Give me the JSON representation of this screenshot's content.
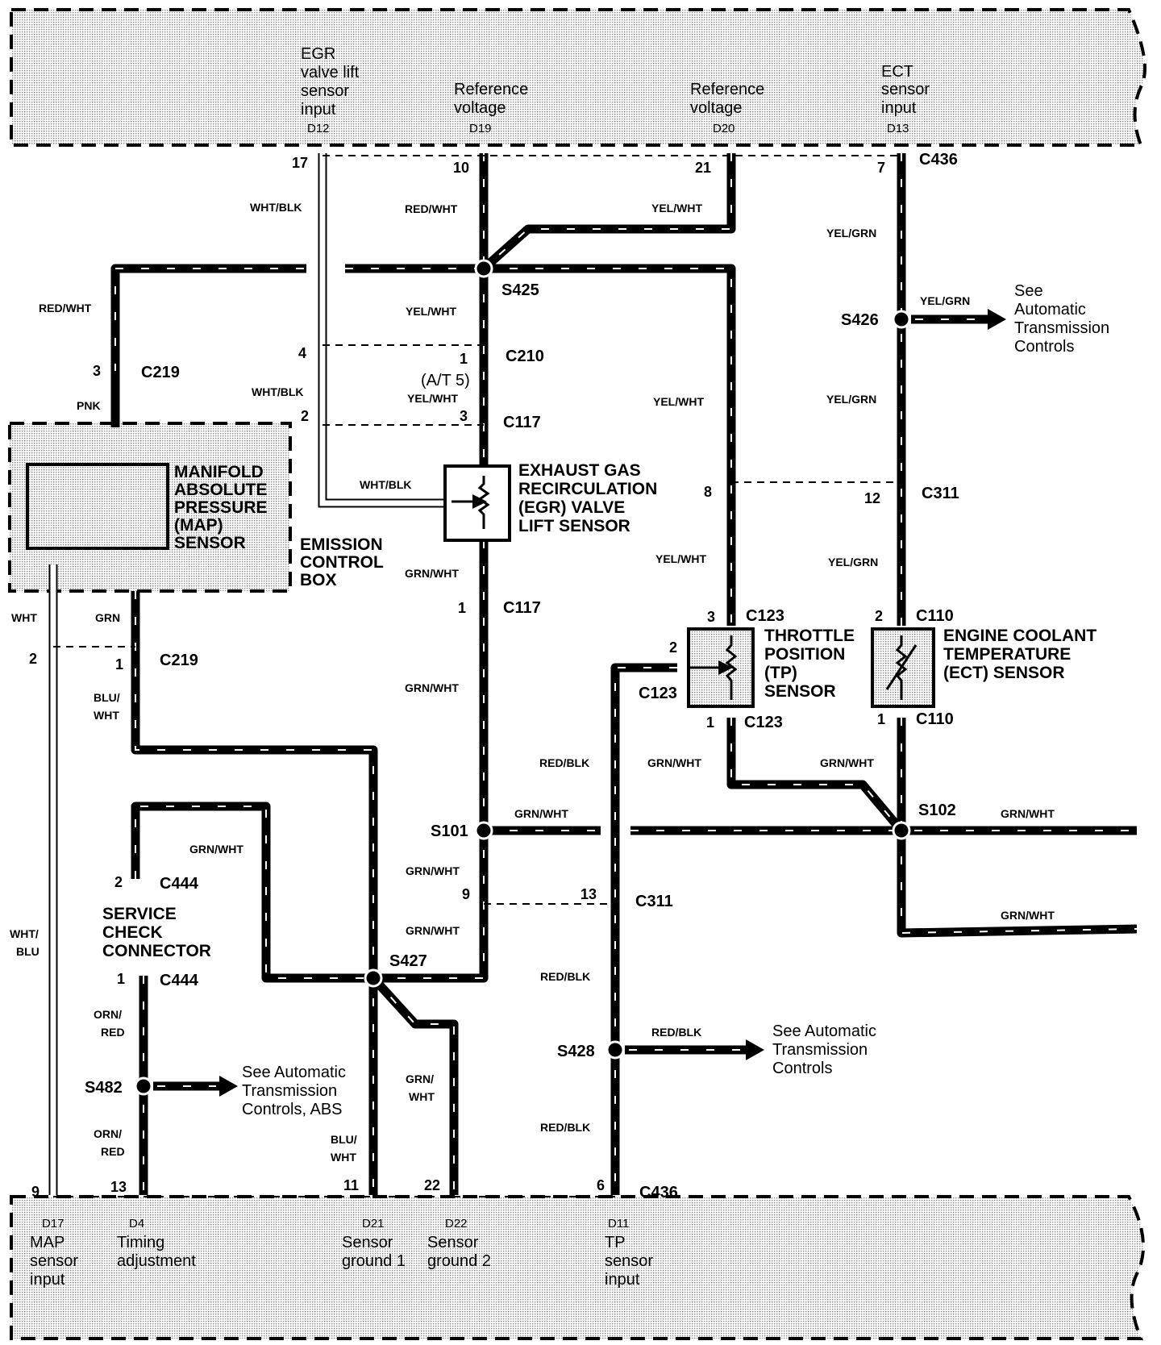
{
  "ecm_top": {
    "egr_input": {
      "label_lines": [
        "EGR",
        "valve lift",
        "sensor",
        "input"
      ],
      "pin": "D12"
    },
    "ref_voltage_1": {
      "label_lines": [
        "Reference",
        "voltage"
      ],
      "pin": "D19"
    },
    "ref_voltage_2": {
      "label_lines": [
        "Reference",
        "voltage"
      ],
      "pin": "D20"
    },
    "ect_input": {
      "label_lines": [
        "ECT",
        "sensor",
        "input"
      ],
      "pin": "D13"
    }
  },
  "ecm_bottom": {
    "map_input": {
      "label_lines": [
        "MAP",
        "sensor",
        "input"
      ],
      "pin": "D17"
    },
    "timing": {
      "label_lines": [
        "Timing",
        "adjustment"
      ],
      "pin": "D4"
    },
    "ground1": {
      "label_lines": [
        "Sensor",
        "ground 1"
      ],
      "pin": "D21"
    },
    "ground2": {
      "label_lines": [
        "Sensor",
        "ground 2"
      ],
      "pin": "D22"
    },
    "tp_input": {
      "label_lines": [
        "TP",
        "sensor",
        "input"
      ],
      "pin": "D11"
    }
  },
  "pins": {
    "p17": "17",
    "p10": "10",
    "p21": "21",
    "p7": "7",
    "p4": "4",
    "p1_c210": "1",
    "p2": "2",
    "p3_c117": "3",
    "p3_c219": "3",
    "p2_c219": "2",
    "p1_c219": "1",
    "p1_c117": "1",
    "p8": "8",
    "p12": "12",
    "p3_c123": "3",
    "p2_c123": "2",
    "p1_c123": "1",
    "p2_c110": "2",
    "p1_c110": "1",
    "p2_c444": "2",
    "p1_c444": "1",
    "p9_c311": "9",
    "p13_c311": "13",
    "p9_bot": "9",
    "p13_bot": "13",
    "p11_bot": "11",
    "p22_bot": "22",
    "p6_bot": "6"
  },
  "connectors": {
    "c436_top": "C436",
    "c436_bot": "C436",
    "c210": "C210",
    "c117_a": "C117",
    "c117_b": "C117",
    "c219_a": "C219",
    "c219_b": "C219",
    "c311_a": "C311",
    "c311_b": "C311",
    "c123_a": "C123",
    "c123_b": "C123",
    "c123_c": "C123",
    "c110_a": "C110",
    "c110_b": "C110",
    "c444_a": "C444",
    "c444_b": "C444",
    "at5": "(A/T 5)"
  },
  "splices": {
    "s425": "S425",
    "s426": "S426",
    "s101": "S101",
    "s102": "S102",
    "s427": "S427",
    "s428": "S428",
    "s482": "S482"
  },
  "wire_colors": {
    "wht_blk": "WHT/BLK",
    "red_wht": "RED/WHT",
    "yel_wht": "YEL/WHT",
    "yel_grn": "YEL/GRN",
    "pnk": "PNK",
    "wht": "WHT",
    "grn": "GRN",
    "blu_wht_1": "BLU/",
    "blu_wht_2": "WHT",
    "grn_wht": "GRN/WHT",
    "red_blk": "RED/BLK",
    "wht_blu_1": "WHT/",
    "wht_blu_2": "BLU",
    "orn_red_1": "ORN/",
    "orn_red_2": "RED",
    "grn_wht_split_1": "GRN/",
    "grn_wht_split_2": "WHT"
  },
  "components": {
    "map_sensor": [
      "MANIFOLD",
      "ABSOLUTE",
      "PRESSURE",
      "(MAP)",
      "SENSOR"
    ],
    "emission_box": [
      "EMISSION",
      "CONTROL",
      "BOX"
    ],
    "egr_sensor": [
      "EXHAUST GAS",
      "RECIRCULATION",
      "(EGR) VALVE",
      "LIFT SENSOR"
    ],
    "tp_sensor": [
      "THROTTLE",
      "POSITION",
      "(TP)",
      "SENSOR"
    ],
    "ect_sensor": [
      "ENGINE COOLANT",
      "TEMPERATURE",
      "(ECT) SENSOR"
    ],
    "service_check": [
      "SERVICE",
      "CHECK",
      "CONNECTOR"
    ]
  },
  "notes": {
    "s426_note": [
      "See",
      "Automatic",
      "Transmission",
      "Controls"
    ],
    "s428_note": [
      "See Automatic",
      "Transmission",
      "Controls"
    ],
    "s482_note": [
      "See Automatic",
      "Transmission",
      "Controls, ABS"
    ]
  }
}
